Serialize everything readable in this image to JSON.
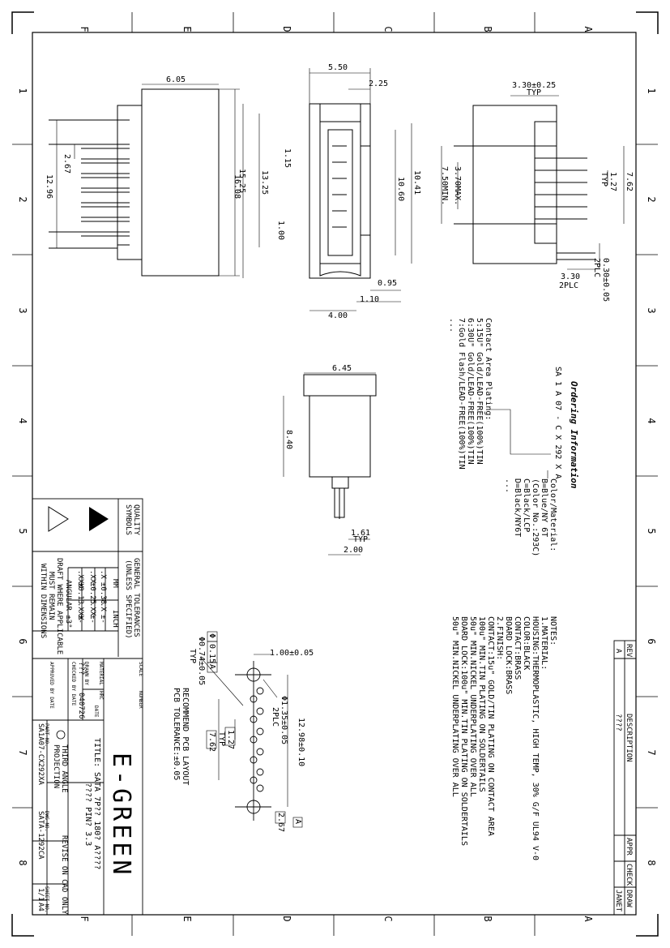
{
  "frame": {
    "top_letters": [
      "F",
      "E",
      "D",
      "C",
      "B",
      "A"
    ],
    "bottom_letters": [
      "F",
      "E",
      "D",
      "C",
      "B",
      "A"
    ],
    "left_numbers": [
      "1",
      "2",
      "3",
      "4",
      "5",
      "6",
      "7",
      "8"
    ],
    "right_numbers": [
      "1",
      "2",
      "3",
      "4",
      "5",
      "6",
      "7",
      "8"
    ]
  },
  "front_view": {
    "dims": [
      "6.05",
      "2.67",
      "12.96",
      "15.25"
    ]
  },
  "section_view": {
    "dims": [
      "5.50",
      "2.25",
      "16.08",
      "13.25",
      "1.15",
      "10.60",
      "10.41",
      "1.00",
      "0.95",
      "1.10",
      "4.00"
    ]
  },
  "side_view": {
    "dims": [
      "3.30±0.25",
      "TYP",
      "3.70MAX.",
      "7.50MIN.",
      "1.27",
      "TYP",
      "7.62",
      "3.30",
      "2PLC",
      "0.30±0.05",
      "2PLC"
    ]
  },
  "bottom_view": {
    "dims": [
      "6.45",
      "8.40",
      "1.61",
      "TYP",
      "2.00"
    ]
  },
  "ordering": {
    "title": "Ordering Information",
    "code": "SA 1 A 07 - C X 292 X A",
    "plating_lines": [
      "Contact Area Plating:",
      "5:15U\" Gold/LEAD-FREE(100%)TIN",
      "6:30U\" Gold/LEAD-FREE(100%)TIN",
      "7:Gold Flash/LEAD-FREE(100%)TIN",
      "..."
    ],
    "color_lines": [
      "Color/Material:",
      "B=Blue/NY 6T",
      "(Color No.:293C)",
      "C=Black/LCP",
      "D=Black/NY6T",
      "..."
    ]
  },
  "notes": {
    "lines": [
      "NOTES:",
      "1.MATERIAL:",
      "HOUSING:THERMOPLASTIC, HIGH TEMP, 30% G/F UL94 V-0",
      "           COLOR:BLACK",
      "CONTACT:BRASS",
      "BOARD LOCK:BRASS",
      "2.FINISH:",
      "CONTACT:15u\" GOLD/TIN PLATING ON CONTACT AREA",
      "           100u\" MIN.TIN PLATING ON SOLDERTAILS",
      "           50u\" MIN.NICKEL UNDERPLATING OVER ALL",
      "BOARD LOCK:100u\" MIN.TIN PLATING ON SOLDERTAILS",
      "           50u\" MIN.NICKEL UNDERPLATING OVER ALL"
    ]
  },
  "pcb_layout": {
    "dims": [
      "1.00±0.05",
      "Φ0.74±0.05",
      "TYP",
      "Φ1.35±0.05",
      "2PLC",
      "12.98±0.10",
      "1.27",
      "TYP",
      "7.62",
      "2.67"
    ],
    "datum_boxes": [
      "Φ",
      "0.15",
      "A",
      "A"
    ],
    "title_line1": "RECOMMEND PCB LAYOUT",
    "title_line2": "PCB TOLERANCE:±0.05"
  },
  "revision_block": {
    "rev": "REV",
    "description": "DESCRIPTION",
    "appr": "APPR",
    "check": "CHECK",
    "draw": "DRAW",
    "rev_value": "A",
    "desc_value": "????",
    "draw_value": "JANET"
  },
  "title_block": {
    "company": "E-GREEN",
    "title_label": "TITLE:",
    "title_line1": "SATA 7P?? 180? A????",
    "title_line2": "???? PIN? 3.3",
    "scale_label": "SCALE",
    "number_label": "NUMBER",
    "material_label": "MATERIAL",
    "hrc_label": "HRC",
    "drawn_label": "DRAWN BY",
    "date_label": "DATE",
    "drawn_value": "???",
    "date_value": "040726",
    "checked_label": "CHECKED BY DATE",
    "approved_label": "APPROVED BY DATE",
    "projection_line1": "THIRD ANGLE",
    "projection_line2": "PROJECTION",
    "cad_note": "REVISE ON CAD ONLY",
    "part_no_label": "PART NO.",
    "part_no": "SA1A07-CX292XA",
    "dwg_no_label": "DWG NO.",
    "dwg_no": "SATA-1292CA",
    "sheet_label": "SHEET NO.",
    "sheet_value": "1/1",
    "size": "A4"
  },
  "tolerances": {
    "header1": "GENERAL TOLERANCES",
    "header2": "(UNLESS SPECIFIED)",
    "col_mm": "MM",
    "col_inch": "INCH",
    "rows": [
      [
        ".X",
        "±0.38",
        ".X",
        "±-"
      ],
      [
        ".XX",
        "±0.25",
        ".XX",
        "±-"
      ],
      [
        ".XXX",
        "±0.13",
        ".XXX",
        "±-"
      ]
    ],
    "angular": "ANGULAR ±3°",
    "draft1": "DRAFT WHERE APPLICABLE",
    "draft2": "MUST REMAIN",
    "draft3": "WITHIN DIMENSIONS",
    "quality1": "QUALITY",
    "quality2": "SYMBOLS"
  }
}
